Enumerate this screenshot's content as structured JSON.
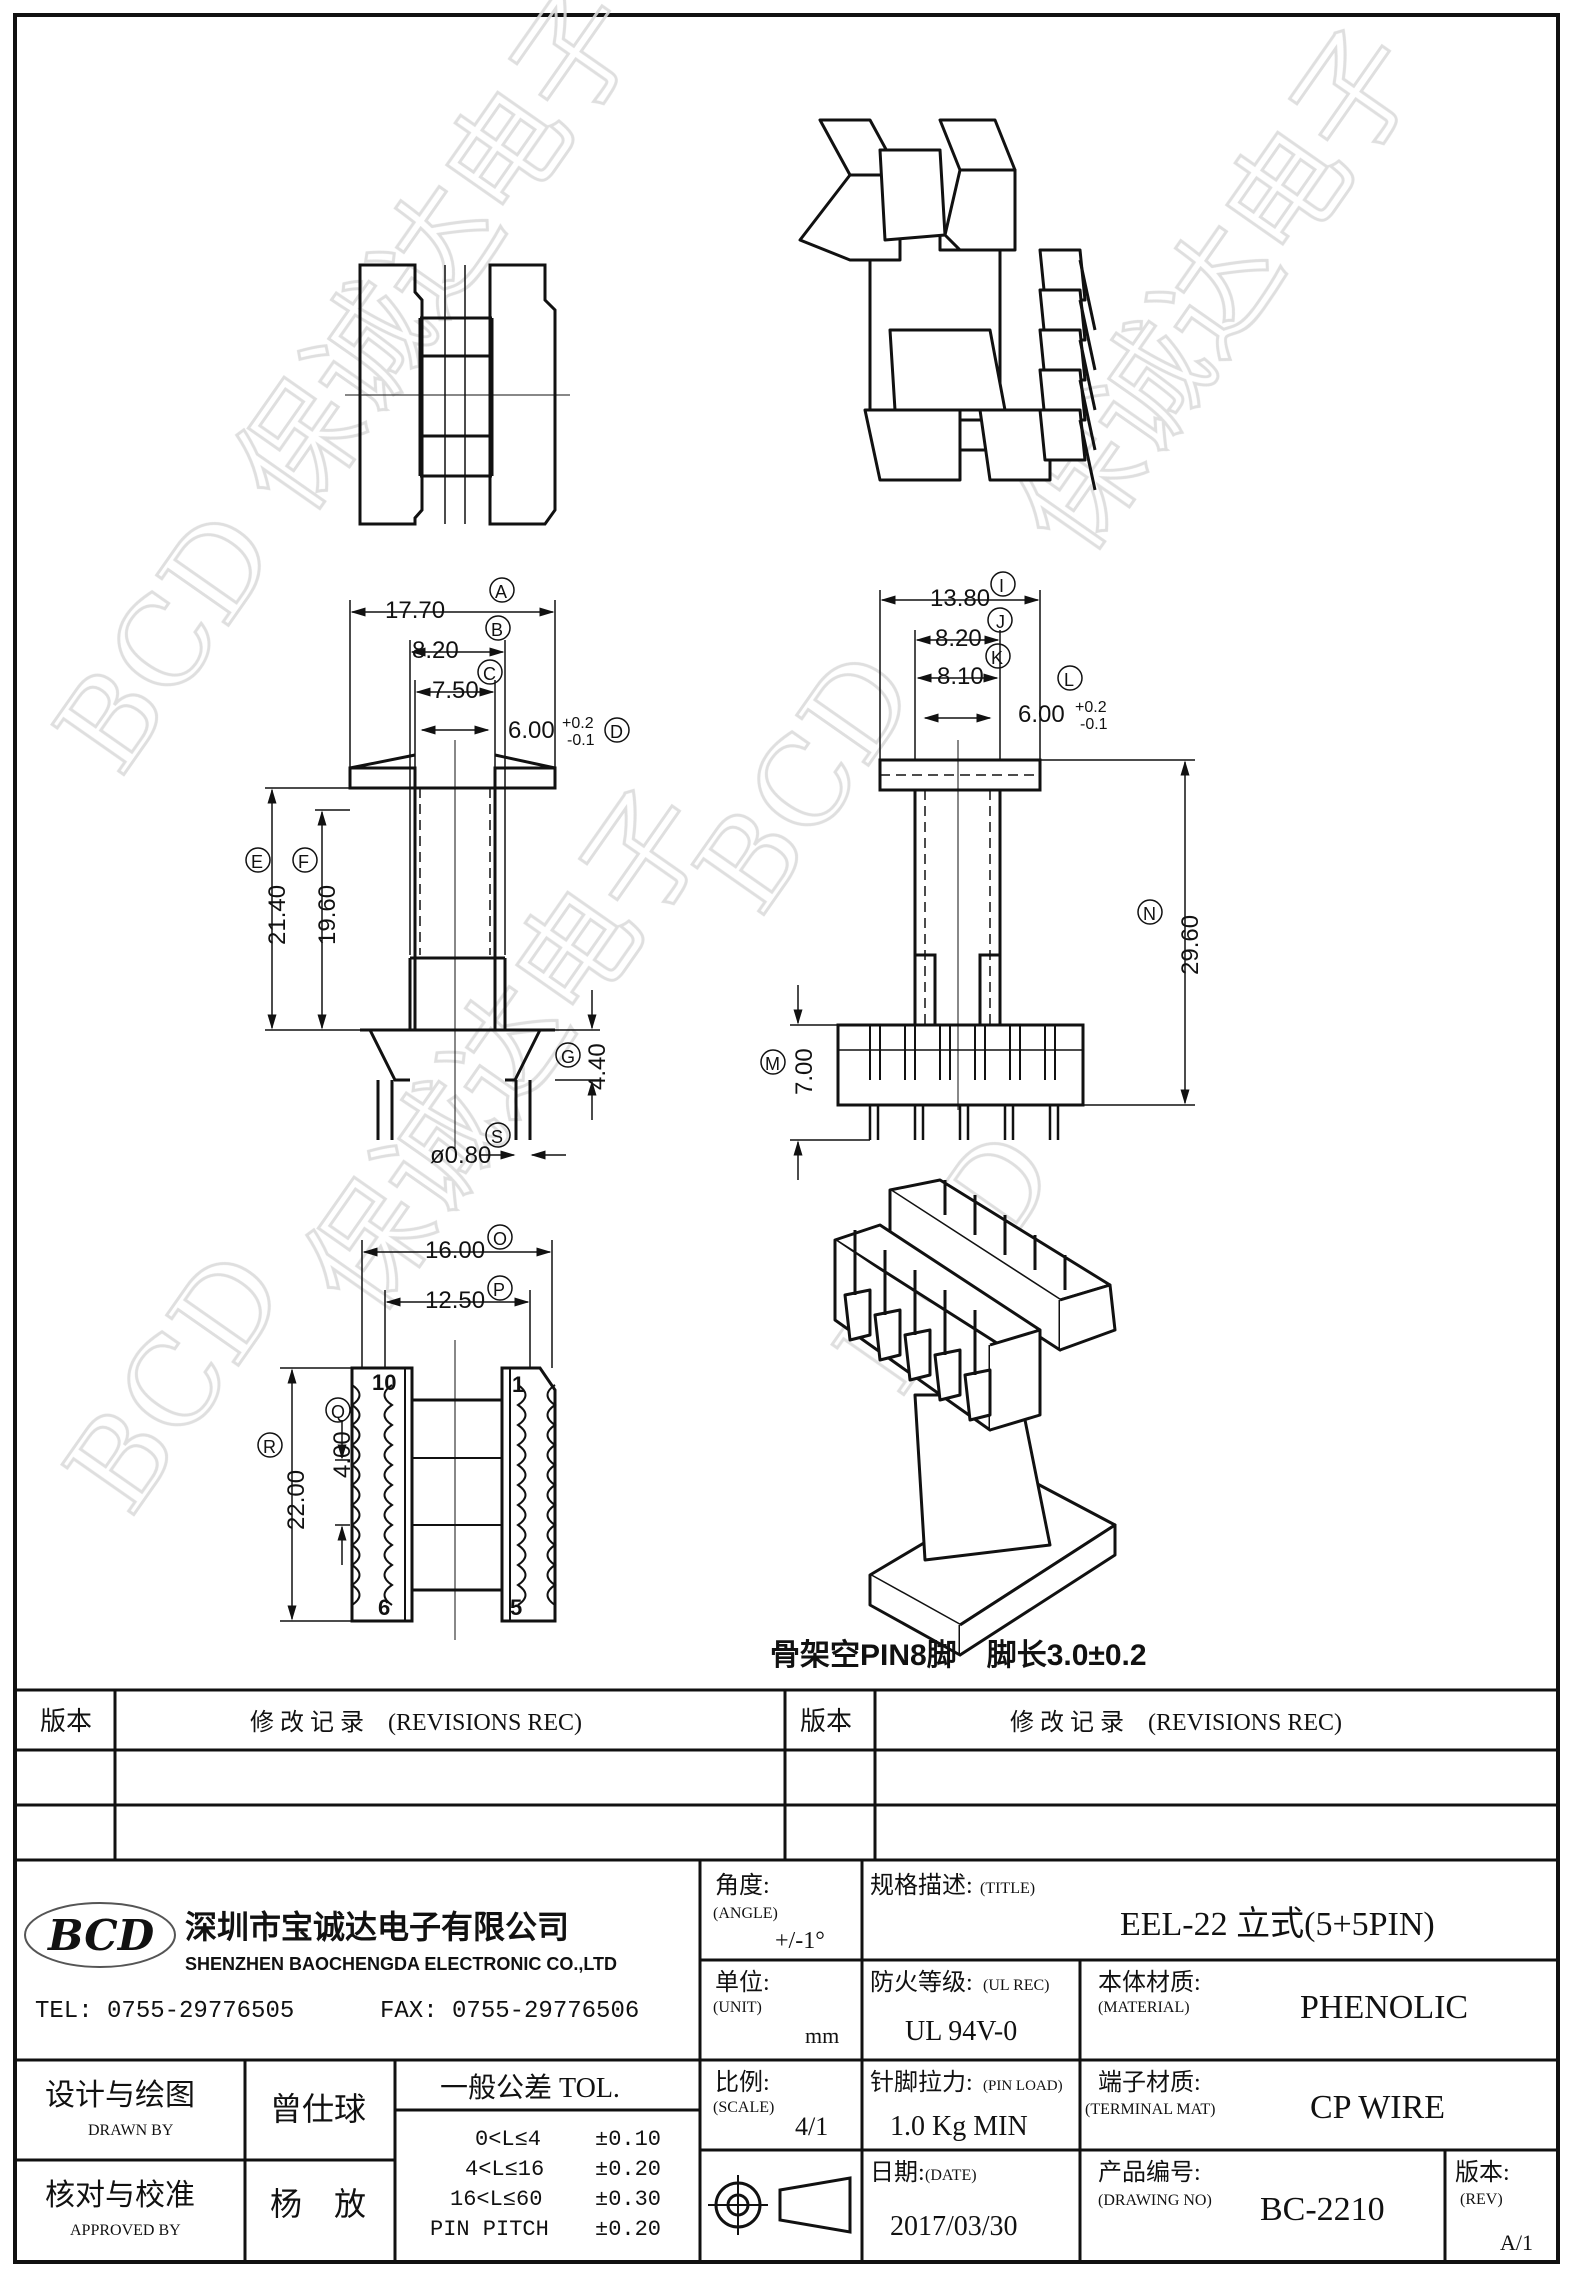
{
  "drawing": {
    "note": "骨架空PIN8脚　脚长3.0±0.2",
    "watermark": "BCD 保诚达电子",
    "side_view": {
      "dims": [
        {
          "label": "A",
          "value": "17.70"
        },
        {
          "label": "B",
          "value": "8.20"
        },
        {
          "label": "C",
          "value": "7.50"
        },
        {
          "label": "D",
          "value": "6.00",
          "tol_up": "+0.2",
          "tol_dn": "-0.1"
        },
        {
          "label": "E",
          "value": "21.40"
        },
        {
          "label": "F",
          "value": "19.60"
        },
        {
          "label": "G",
          "value": "4.40"
        },
        {
          "label": "S",
          "value": "ø0.80"
        }
      ]
    },
    "front_view": {
      "dims": [
        {
          "label": "I",
          "value": "13.80"
        },
        {
          "label": "J",
          "value": "8.20"
        },
        {
          "label": "K",
          "value": "8.10"
        },
        {
          "label": "L",
          "value": "6.00",
          "tol_up": "+0.2",
          "tol_dn": "-0.1"
        },
        {
          "label": "M",
          "value": "7.00"
        },
        {
          "label": "N",
          "value": "29.60"
        }
      ]
    },
    "bottom_view": {
      "dims": [
        {
          "label": "O",
          "value": "16.00"
        },
        {
          "label": "P",
          "value": "12.50"
        },
        {
          "label": "Q",
          "value": "4.00"
        },
        {
          "label": "R",
          "value": "22.00"
        }
      ],
      "pins": {
        "top_left": "10",
        "top_right": "1",
        "bottom_left": "6",
        "bottom_right": "5"
      }
    }
  },
  "revisions": {
    "ver_label": "版本",
    "rec_label": "修 改 记 录　(REVISIONS REC)"
  },
  "company": {
    "logo": "BCD",
    "name_cn": "深圳市宝诚达电子有限公司",
    "name_en": "SHENZHEN BAOCHENGDA ELECTRONIC CO.,LTD",
    "tel": "TEL: 0755-29776505",
    "fax": "FAX: 0755-29776506"
  },
  "title_block": {
    "angle_label": "角度:",
    "angle_label_en": "(ANGLE)",
    "angle_value": "+/-1°",
    "spec_label": "规格描述:",
    "spec_label_en": "(TITLE)",
    "spec_value": "EEL-22 立式(5+5PIN)",
    "unit_label": "单位:",
    "unit_label_en": "(UNIT)",
    "unit_value": "mm",
    "ul_label": "防火等级:",
    "ul_label_en": "(UL REC)",
    "ul_value": "UL 94V-0",
    "material_label": "本体材质:",
    "material_label_en": "(MATERIAL)",
    "material_value": "PHENOLIC",
    "scale_label": "比例:",
    "scale_label_en": "(SCALE)",
    "scale_value": "4/1",
    "pinload_label": "针脚拉力:",
    "pinload_label_en": "(PIN LOAD)",
    "pinload_value": "1.0 Kg MIN",
    "terminal_label": "端子材质:",
    "terminal_label_en": "(TERMINAL MAT)",
    "terminal_value": "CP WIRE",
    "date_label": "日期:",
    "date_label_en": "(DATE)",
    "date_value": "2017/03/30",
    "drawno_label": "产品编号:",
    "drawno_label_en": "(DRAWING NO)",
    "drawno_value": "BC-2210",
    "rev_label": "版本:",
    "rev_label_en": "(REV)",
    "rev_value": "A/1",
    "designer_label": "设计与绘图",
    "designer_label_en": "DRAWN BY",
    "designer_name": "曾仕球",
    "checker_label": "核对与校准",
    "checker_label_en": "APPROVED BY",
    "checker_name": "杨　放",
    "tol_title": "一般公差 TOL.",
    "tolerances": [
      {
        "range": "0<L≤4",
        "tol": "±0.10"
      },
      {
        "range": "4<L≤16",
        "tol": "±0.20"
      },
      {
        "range": "16<L≤60",
        "tol": "±0.30"
      },
      {
        "range": "PIN PITCH",
        "tol": "±0.20"
      }
    ]
  }
}
